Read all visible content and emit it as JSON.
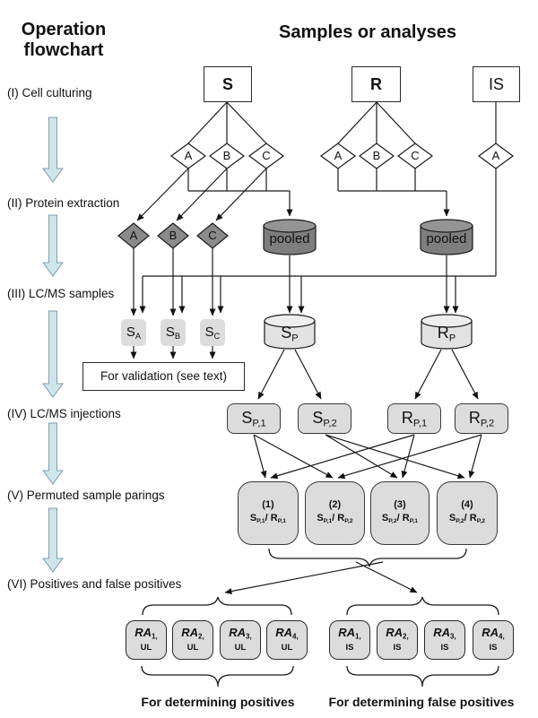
{
  "titles": {
    "left_line1": "Operation",
    "left_line2": "flowchart",
    "right": "Samples or analyses"
  },
  "stages": [
    {
      "label": "(I) Cell culturing"
    },
    {
      "label": "(II) Protein extraction"
    },
    {
      "label": "(III) LC/MS samples"
    },
    {
      "label": "(IV) LC/MS injections"
    },
    {
      "label": "(V) Permuted sample parings"
    },
    {
      "label": "(VI) Positives and false positives"
    }
  ],
  "sources": {
    "s": "S",
    "r": "R",
    "is": "IS"
  },
  "culture_replicates": {
    "s": [
      "A",
      "B",
      "C"
    ],
    "r": [
      "A",
      "B",
      "C"
    ],
    "is": [
      "A"
    ]
  },
  "extraction_replicates": [
    "A",
    "B",
    "C"
  ],
  "pooled_left": "pooled",
  "pooled_right": "pooled",
  "lcms_samples": {
    "sa": {
      "main": "S",
      "sub": "A"
    },
    "sb": {
      "main": "S",
      "sub": "B"
    },
    "sc": {
      "main": "S",
      "sub": "C"
    },
    "sp": {
      "main": "S",
      "sub": "P"
    },
    "rp": {
      "main": "R",
      "sub": "P"
    }
  },
  "validation_label": "For validation (see text)",
  "injections": [
    {
      "main": "S",
      "sub": "P,1"
    },
    {
      "main": "S",
      "sub": "P,2"
    },
    {
      "main": "R",
      "sub": "P,1"
    },
    {
      "main": "R",
      "sub": "P,2"
    }
  ],
  "pairings": [
    {
      "num": "(1)",
      "left_main": "S",
      "left_sub": "P,1",
      "sep": "/ ",
      "right_main": "R",
      "right_sub": "P,1"
    },
    {
      "num": "(2)",
      "left_main": "S",
      "left_sub": "P,1",
      "sep": "/ ",
      "right_main": "R",
      "right_sub": "P,2"
    },
    {
      "num": "(3)",
      "left_main": "S",
      "left_sub": "P,2",
      "sep": "/ ",
      "right_main": "R",
      "right_sub": "P,1"
    },
    {
      "num": "(4)",
      "left_main": "S",
      "left_sub": "P,2",
      "sep": "/ ",
      "right_main": "R",
      "right_sub": "P,2"
    }
  ],
  "ra_ul": [
    {
      "main": "RA",
      "sub": "1,",
      "tag": "UL"
    },
    {
      "main": "RA",
      "sub": "2,",
      "tag": "UL"
    },
    {
      "main": "RA",
      "sub": "3,",
      "tag": "UL"
    },
    {
      "main": "RA",
      "sub": "4,",
      "tag": "UL"
    }
  ],
  "ra_is": [
    {
      "main": "RA",
      "sub": "1,",
      "tag": "IS"
    },
    {
      "main": "RA",
      "sub": "2,",
      "tag": "IS"
    },
    {
      "main": "RA",
      "sub": "3,",
      "tag": "IS"
    },
    {
      "main": "RA",
      "sub": "4,",
      "tag": "IS"
    }
  ],
  "footers": {
    "positives": "For determining positives",
    "false_positives": "For determining false positives"
  },
  "colors": {
    "stage_arrow_fill": "#cfe5ea",
    "stage_arrow_stroke": "#7f9dab",
    "dark_gray": "#7e7e7e",
    "light_gray": "#dcdcdc",
    "line": "#1a1a1a"
  }
}
